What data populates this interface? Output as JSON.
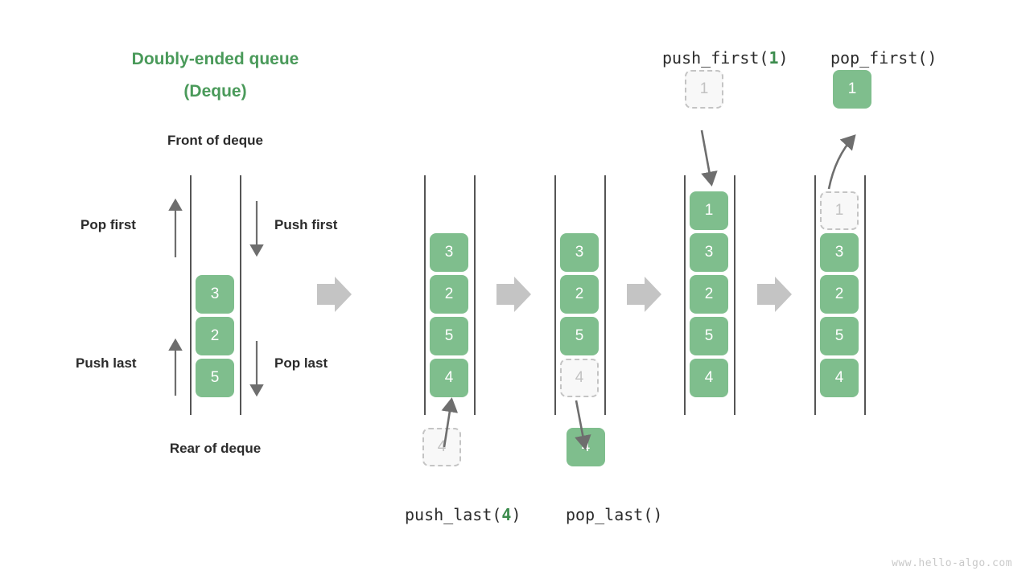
{
  "title": {
    "line1": "Doubly-ended queue",
    "line2": "(Deque)"
  },
  "labels": {
    "front": "Front of deque",
    "rear": "Rear of deque",
    "pop_first": "Pop first",
    "push_first": "Push first",
    "push_last": "Push last",
    "pop_last": "Pop last"
  },
  "operations": {
    "push_last": {
      "prefix": "push_last(",
      "arg": "4",
      "suffix": ")"
    },
    "pop_last": {
      "prefix": "pop_last(",
      "arg": "",
      "suffix": ")"
    },
    "push_first": {
      "prefix": "push_first(",
      "arg": "1",
      "suffix": ")"
    },
    "pop_first": {
      "prefix": "pop_first(",
      "arg": "",
      "suffix": ")"
    }
  },
  "colors": {
    "accent_green": "#4A9A5A",
    "box_green": "#7FBE8D",
    "ghost_fill": "#F8F8F8",
    "ghost_border": "#C4C4C4",
    "rail": "#555555",
    "block_arrow": "#C4C4C4",
    "curve_arrow": "#6E6E6E",
    "watermark": "#C9C9C9"
  },
  "stages": [
    {
      "id": "stage-initial",
      "values": [
        "3",
        "2",
        "5"
      ],
      "ghost_index": -1
    },
    {
      "id": "stage-push-last",
      "values": [
        "3",
        "2",
        "5",
        "4"
      ],
      "ghost_index": -1
    },
    {
      "id": "stage-pop-last",
      "values": [
        "3",
        "2",
        "5",
        "4"
      ],
      "ghost_index": 3
    },
    {
      "id": "stage-push-first",
      "values": [
        "1",
        "3",
        "2",
        "5",
        "4"
      ],
      "ghost_index": -1
    },
    {
      "id": "stage-pop-first",
      "values": [
        "1",
        "3",
        "2",
        "5",
        "4"
      ],
      "ghost_index": 0
    }
  ],
  "floating_boxes": {
    "push_last_source": {
      "value": "4",
      "style": "ghost"
    },
    "pop_last_result": {
      "value": "4",
      "style": "solid"
    },
    "push_first_source": {
      "value": "1",
      "style": "ghost"
    },
    "pop_first_result": {
      "value": "1",
      "style": "solid"
    }
  },
  "watermark": "www.hello-algo.com"
}
